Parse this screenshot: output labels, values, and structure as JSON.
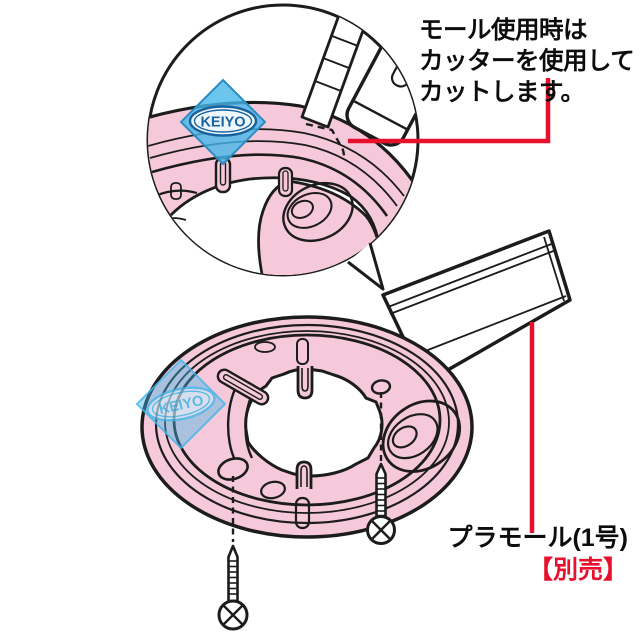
{
  "note": {
    "line1": "モール使用時は",
    "line2": "カッターを使用して",
    "line3": "カットします。"
  },
  "part_label": {
    "name": "プラモール(1号)",
    "availability": "【別売】"
  },
  "brand": {
    "logo_text": "KEIYO"
  },
  "colors": {
    "pink": "#f5c9da",
    "outline": "#1c1c1c",
    "logo_blue": "#46b6e7",
    "logo_blue_dark": "#18639f",
    "callout_red": "#e8112d",
    "white": "#ffffff"
  }
}
